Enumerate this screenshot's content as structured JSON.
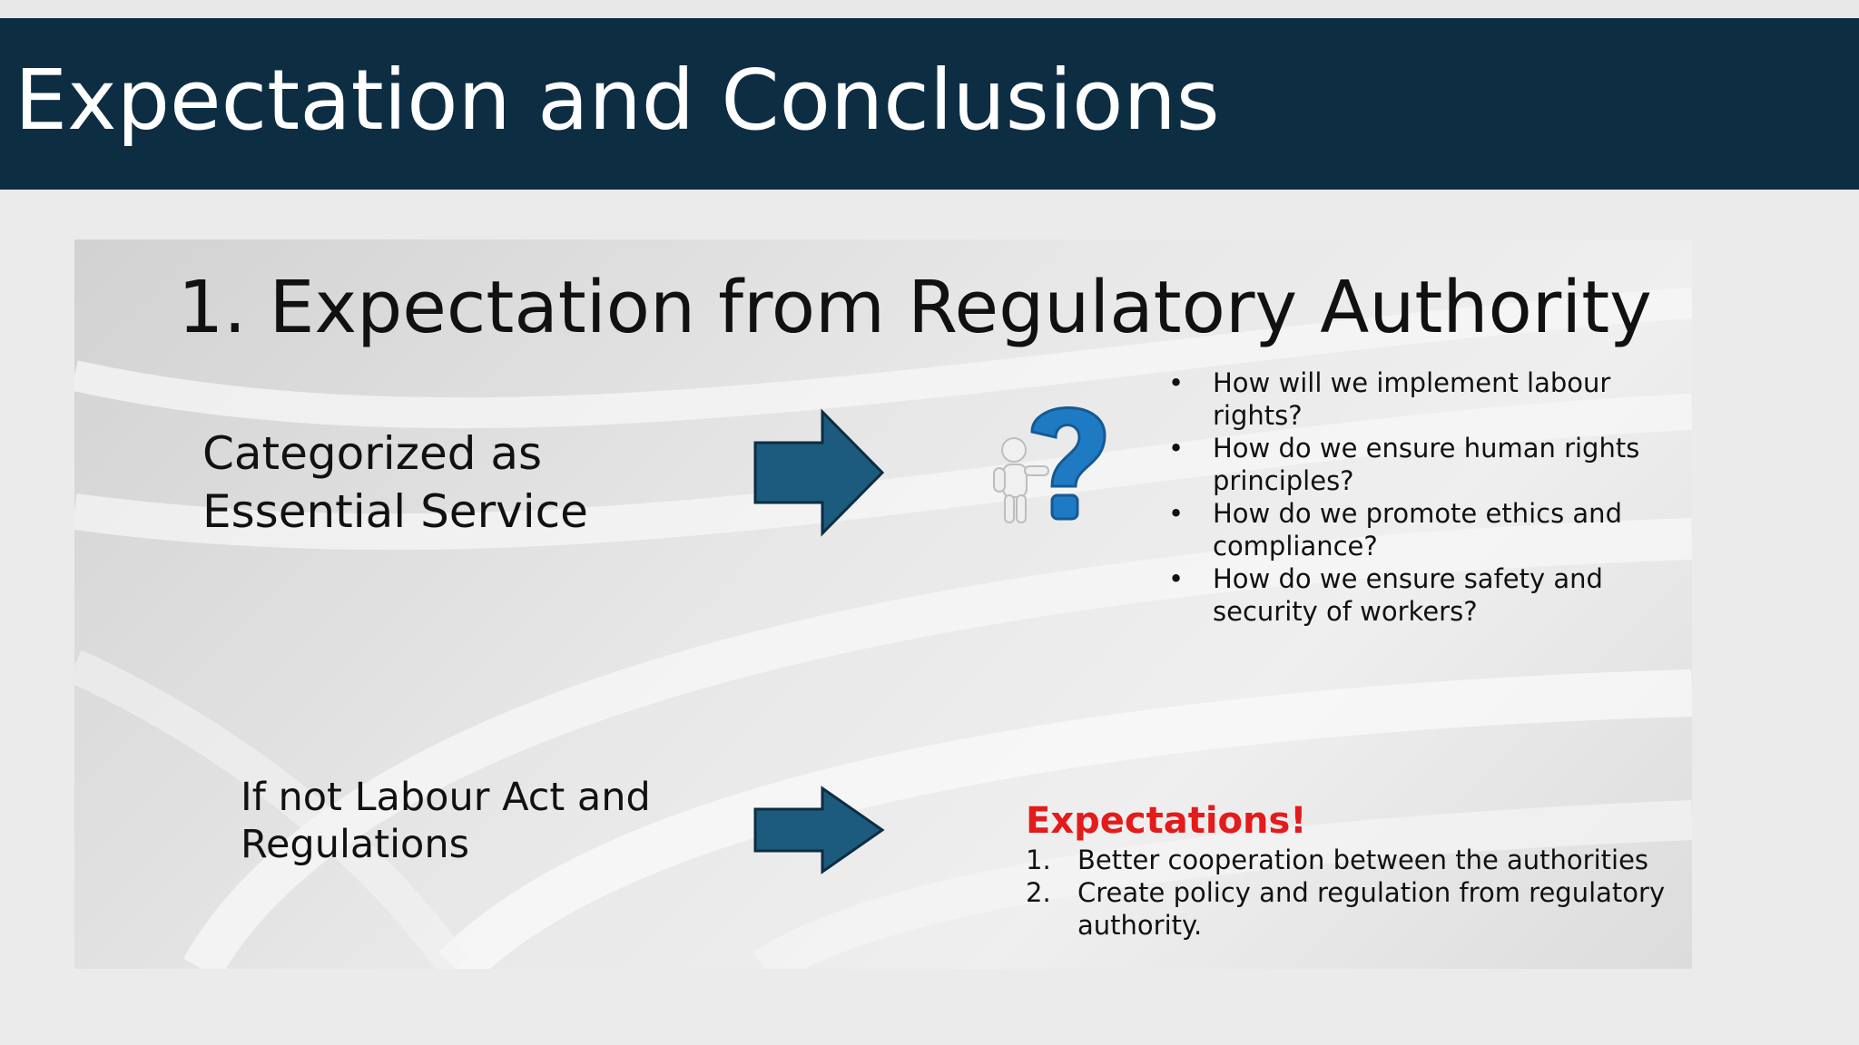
{
  "slide": {
    "title": "Expectation and Conclusions",
    "subtitle": "1. Expectation from Regulatory Authority",
    "categorized": {
      "line1": "Categorized as",
      "line2": "Essential Service"
    },
    "questions": [
      "How will  we implement labour rights?",
      "How do we ensure human rights principles?",
      "How do we promote ethics and compliance?",
      "How do we ensure safety and security of workers?"
    ],
    "if_not": {
      "line1": "If not Labour Act and",
      "line2": "Regulations"
    },
    "expectations": {
      "heading": "Expectations!",
      "items": [
        {
          "num": "1.",
          "text": "Better cooperation between the authorities"
        },
        {
          "num": "2.",
          "text": "Create policy and regulation from regulatory authority."
        }
      ]
    }
  },
  "colors": {
    "title_bar": "#0d2d43",
    "arrow": "#1c5b7e",
    "question_mark": "#1f7ac4",
    "expectations_heading": "#e31b1b"
  },
  "icons": {
    "arrow": "right-arrow-icon",
    "question": "question-mark-figure-icon"
  }
}
